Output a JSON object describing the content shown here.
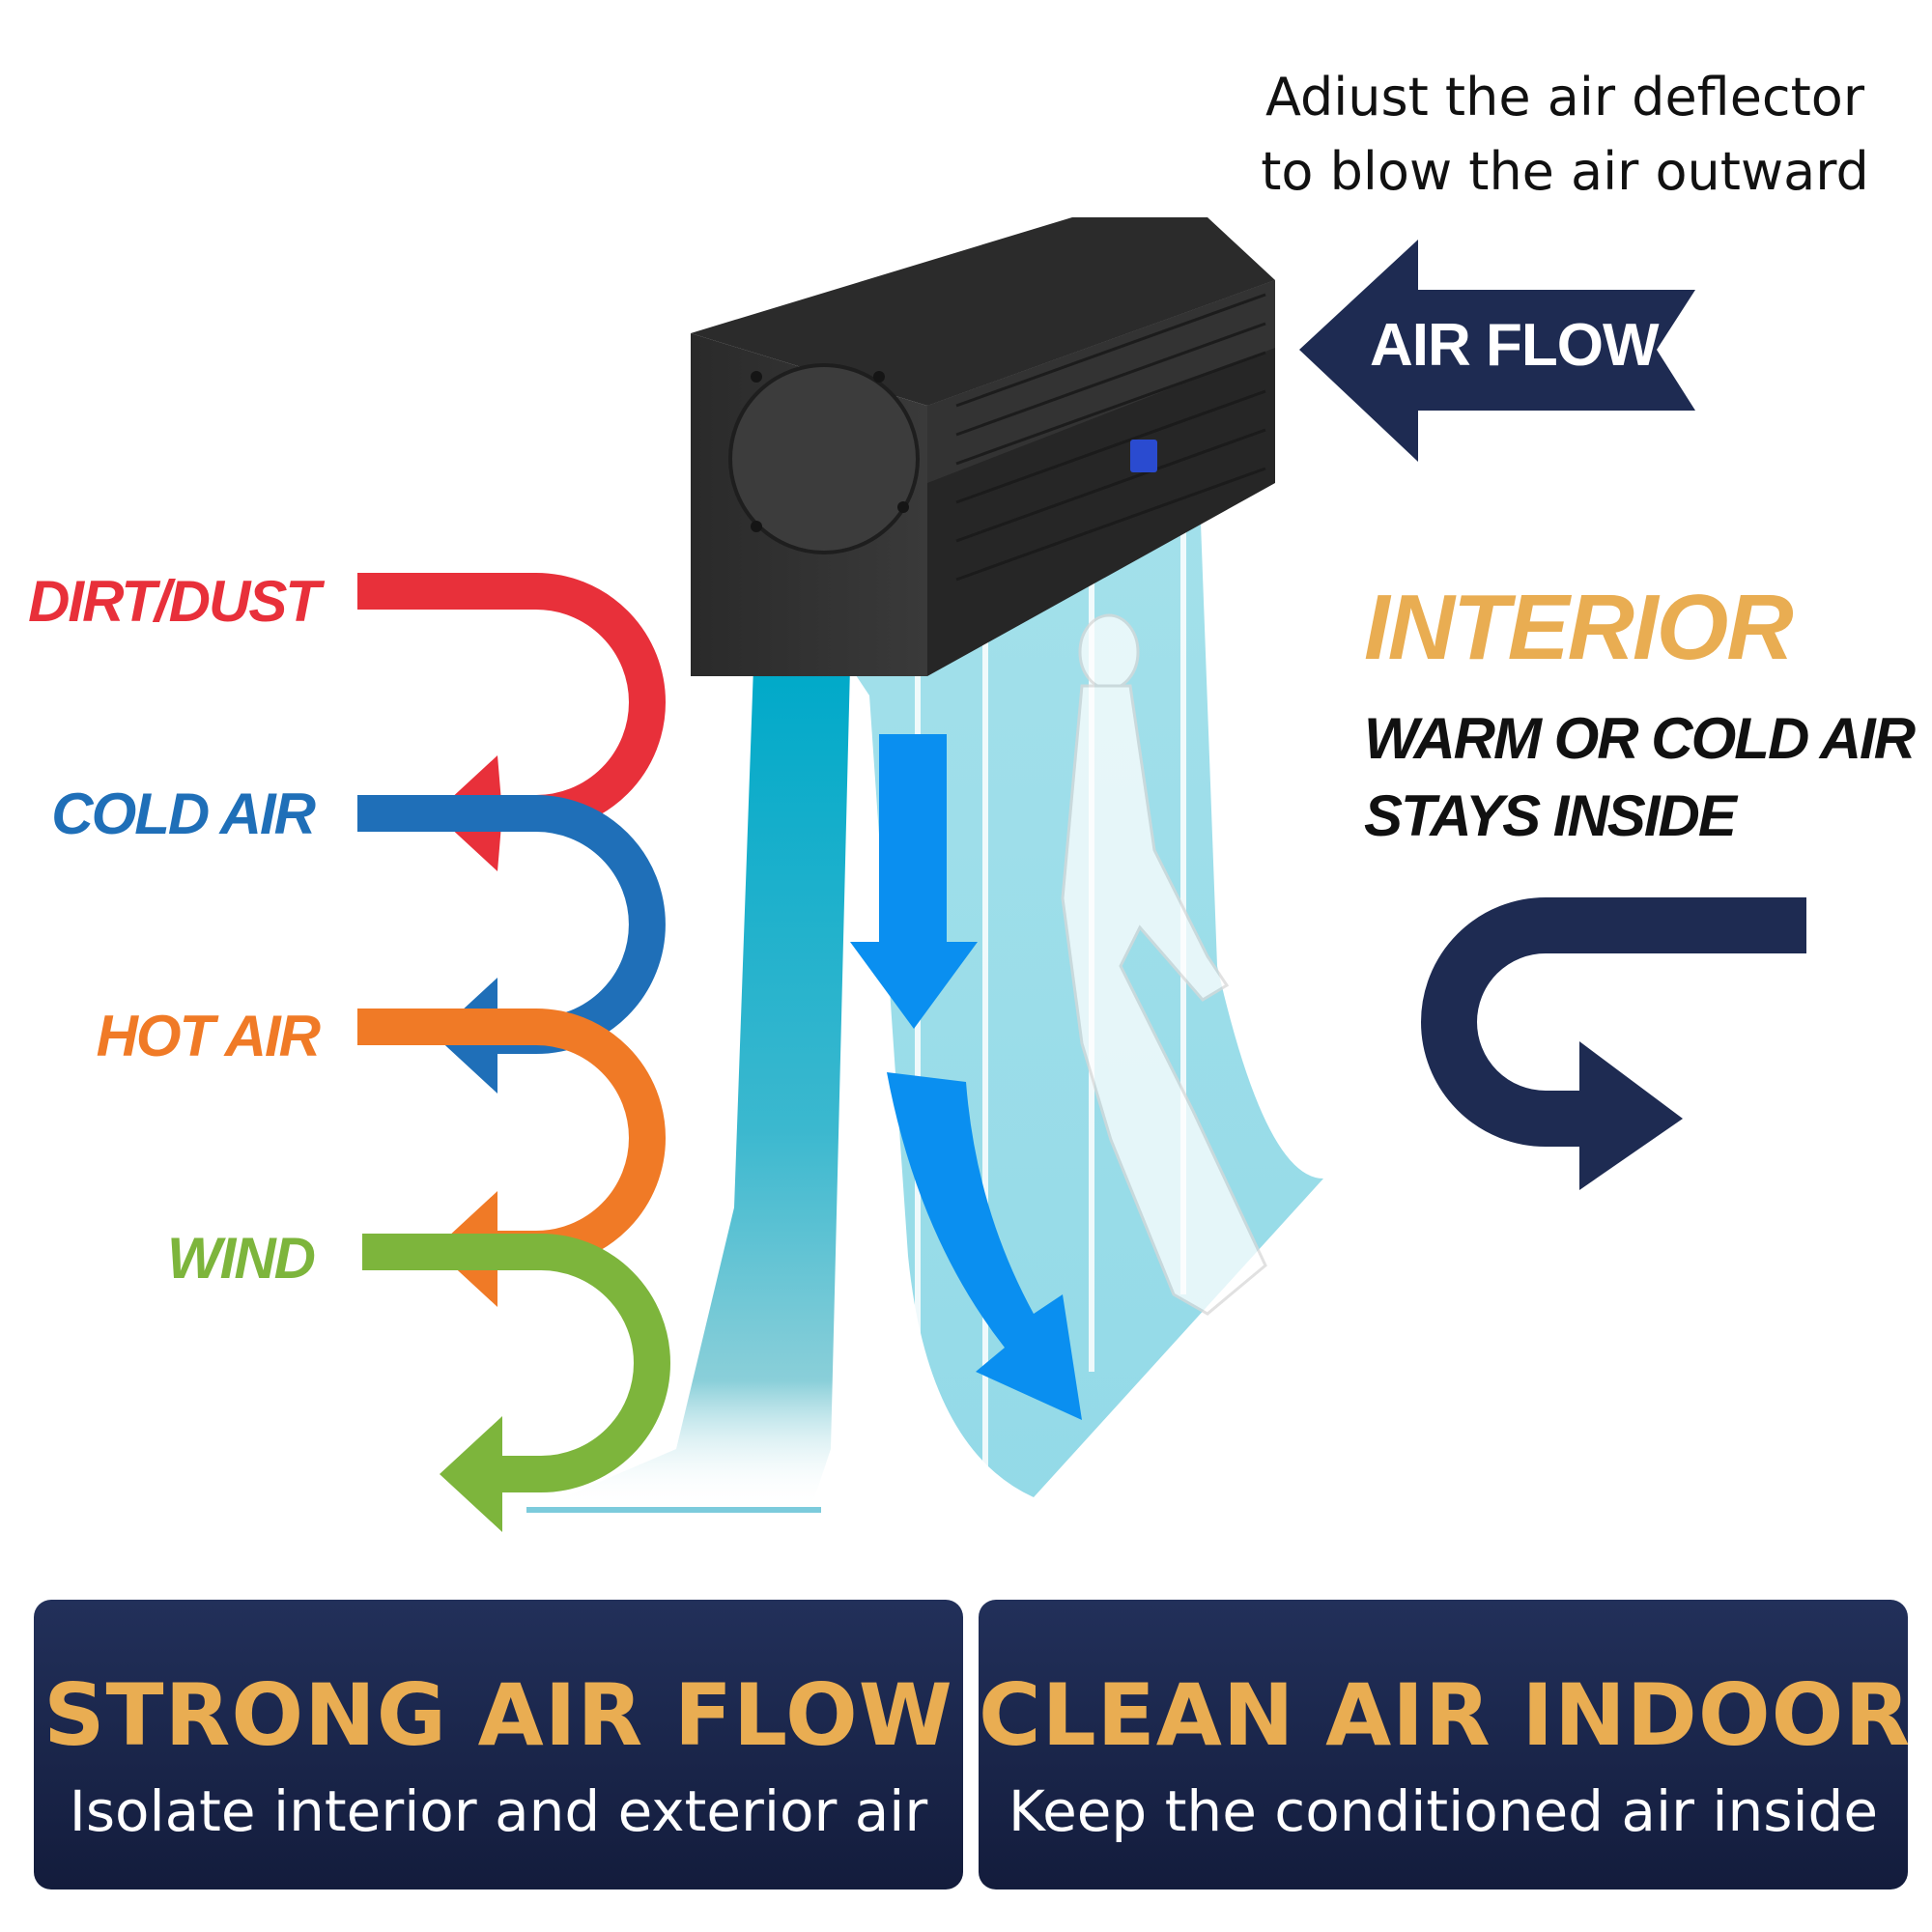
{
  "top_note": {
    "line1": "Adiust the air deflector",
    "line2": "to blow the air outward"
  },
  "air_flow_arrow": {
    "label": "AIR FLOW",
    "color": "#1E2B52"
  },
  "exterior_labels": [
    {
      "label": "DIRT/DUST",
      "color": "#E8303A",
      "arrow_icon": "u-turn-arrow-left-icon"
    },
    {
      "label": "COLD AIR",
      "color": "#1F6FB8",
      "arrow_icon": "u-turn-arrow-left-icon"
    },
    {
      "label": "HOT AIR",
      "color": "#F07A26",
      "arrow_icon": "u-turn-arrow-left-icon"
    },
    {
      "label": "WIND",
      "color": "#7DB53C",
      "arrow_icon": "u-turn-arrow-left-icon"
    }
  ],
  "interior": {
    "title": "INTERIOR",
    "line1": "WARM OR COLD AIR",
    "line2": "STAYS INSIDE",
    "title_color": "#E9AD52",
    "arrow_color": "#1E2B52"
  },
  "panels": [
    {
      "title": "STRONG AIR FLOW",
      "subtitle": "Isolate interior and exterior air"
    },
    {
      "title": "CLEAN AIR INDOOR",
      "subtitle": "Keep the conditioned air inside"
    }
  ],
  "colors": {
    "accent_gold": "#E9AD52",
    "navy": "#1E2B52",
    "airflow_blue": "#0A8FF0",
    "curtain_cyan": "#8FD6E6"
  }
}
